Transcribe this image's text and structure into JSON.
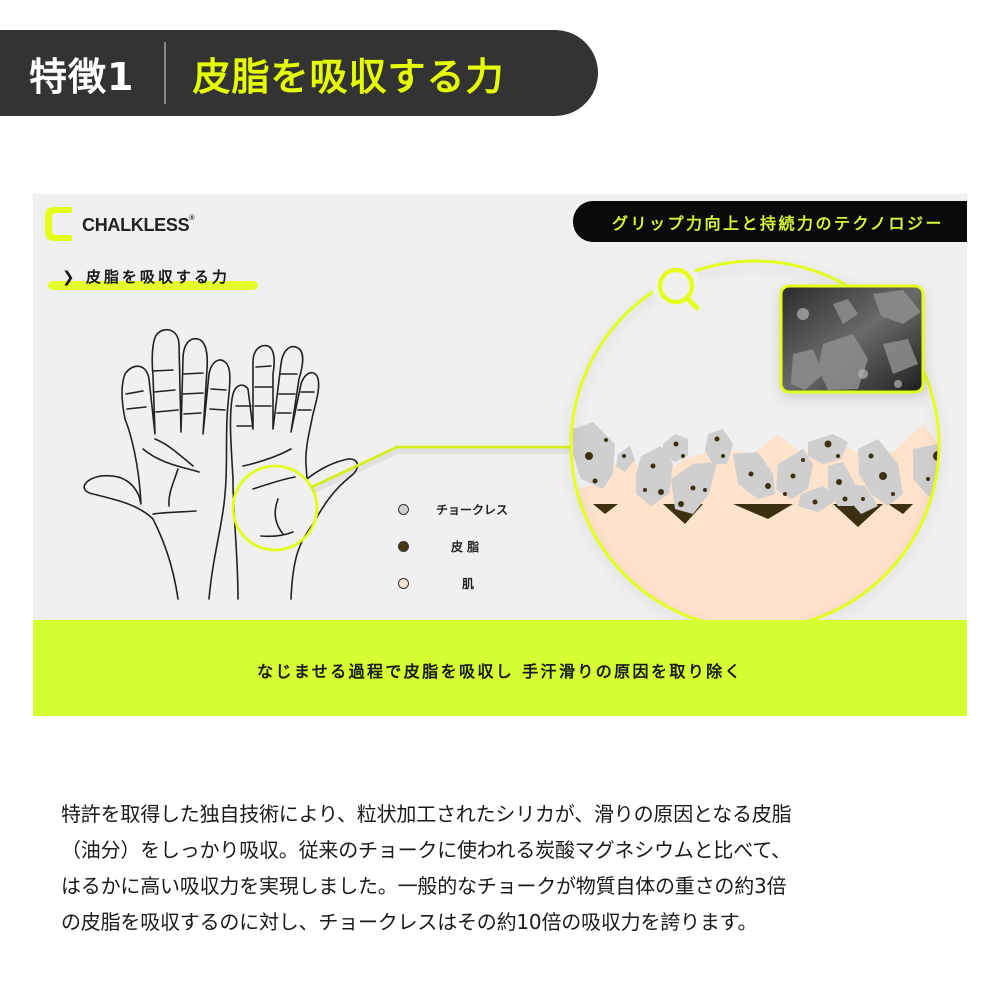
{
  "header": {
    "feature_number": "特徴1",
    "feature_title": "皮脂を吸収する力"
  },
  "panel": {
    "brand": {
      "name": "CHALKLESS",
      "registered_mark": "®"
    },
    "section_label": {
      "chevron": "❯",
      "text": "皮脂を吸収する力"
    },
    "tech_pill": "グリップ力向上と持続力のテクノロジー",
    "legend": [
      {
        "label": "チョークレス",
        "color": "#cfcfcf"
      },
      {
        "label": "皮 脂",
        "color": "#4a3a14"
      },
      {
        "label": "肌",
        "color": "#fde3cc"
      }
    ],
    "banner_text": "なじませる過程で皮脂を吸収し 手汗滑りの原因を取り除く",
    "colors": {
      "accent": "#d6ff33",
      "accent_line": "#e3ff1a",
      "panel_bg": "#f0f0f0",
      "skin": "#fde3cc",
      "sebum": "#3d3010",
      "chalk": "#cfcfcf"
    }
  },
  "body": {
    "lines": [
      "特許を取得した独自技術により、粒状加工されたシリカが、滑りの原因となる皮脂",
      "（油分）をしっかり吸収。従来のチョークに使われる炭酸マグネシウムと比べて、",
      "はるかに高い吸収力を実現しました。一般的なチョークが物質自体の重さの約3倍",
      "の皮脂を吸収するのに対し、チョークレスはその約10倍の吸収力を誇ります。"
    ]
  }
}
